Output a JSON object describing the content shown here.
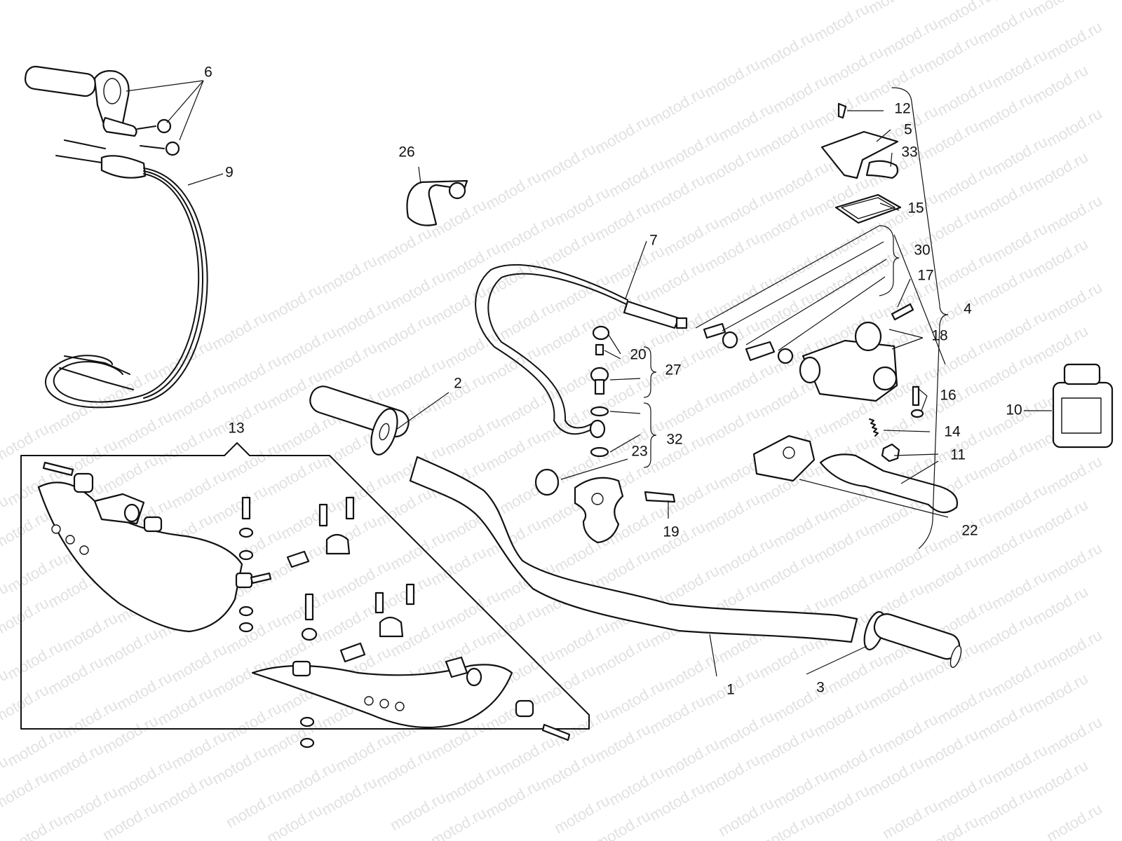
{
  "watermark": "motod.ru",
  "colors": {
    "line": "#111111",
    "watermark": "#c9c9c9",
    "background": "#ffffff"
  },
  "labels": {
    "p1": "1",
    "p2": "2",
    "p3": "3",
    "p4": "4",
    "p5": "5",
    "p6": "6",
    "p7": "7",
    "p9": "9",
    "p10": "10",
    "p11": "11",
    "p12": "12",
    "p13": "13",
    "p14": "14",
    "p15": "15",
    "p16": "16",
    "p17": "17",
    "p18": "18",
    "p19": "19",
    "p20": "20",
    "p22": "22",
    "p23": "23",
    "p26": "26",
    "p27": "27",
    "p30": "30",
    "p32": "32",
    "p33": "33"
  }
}
